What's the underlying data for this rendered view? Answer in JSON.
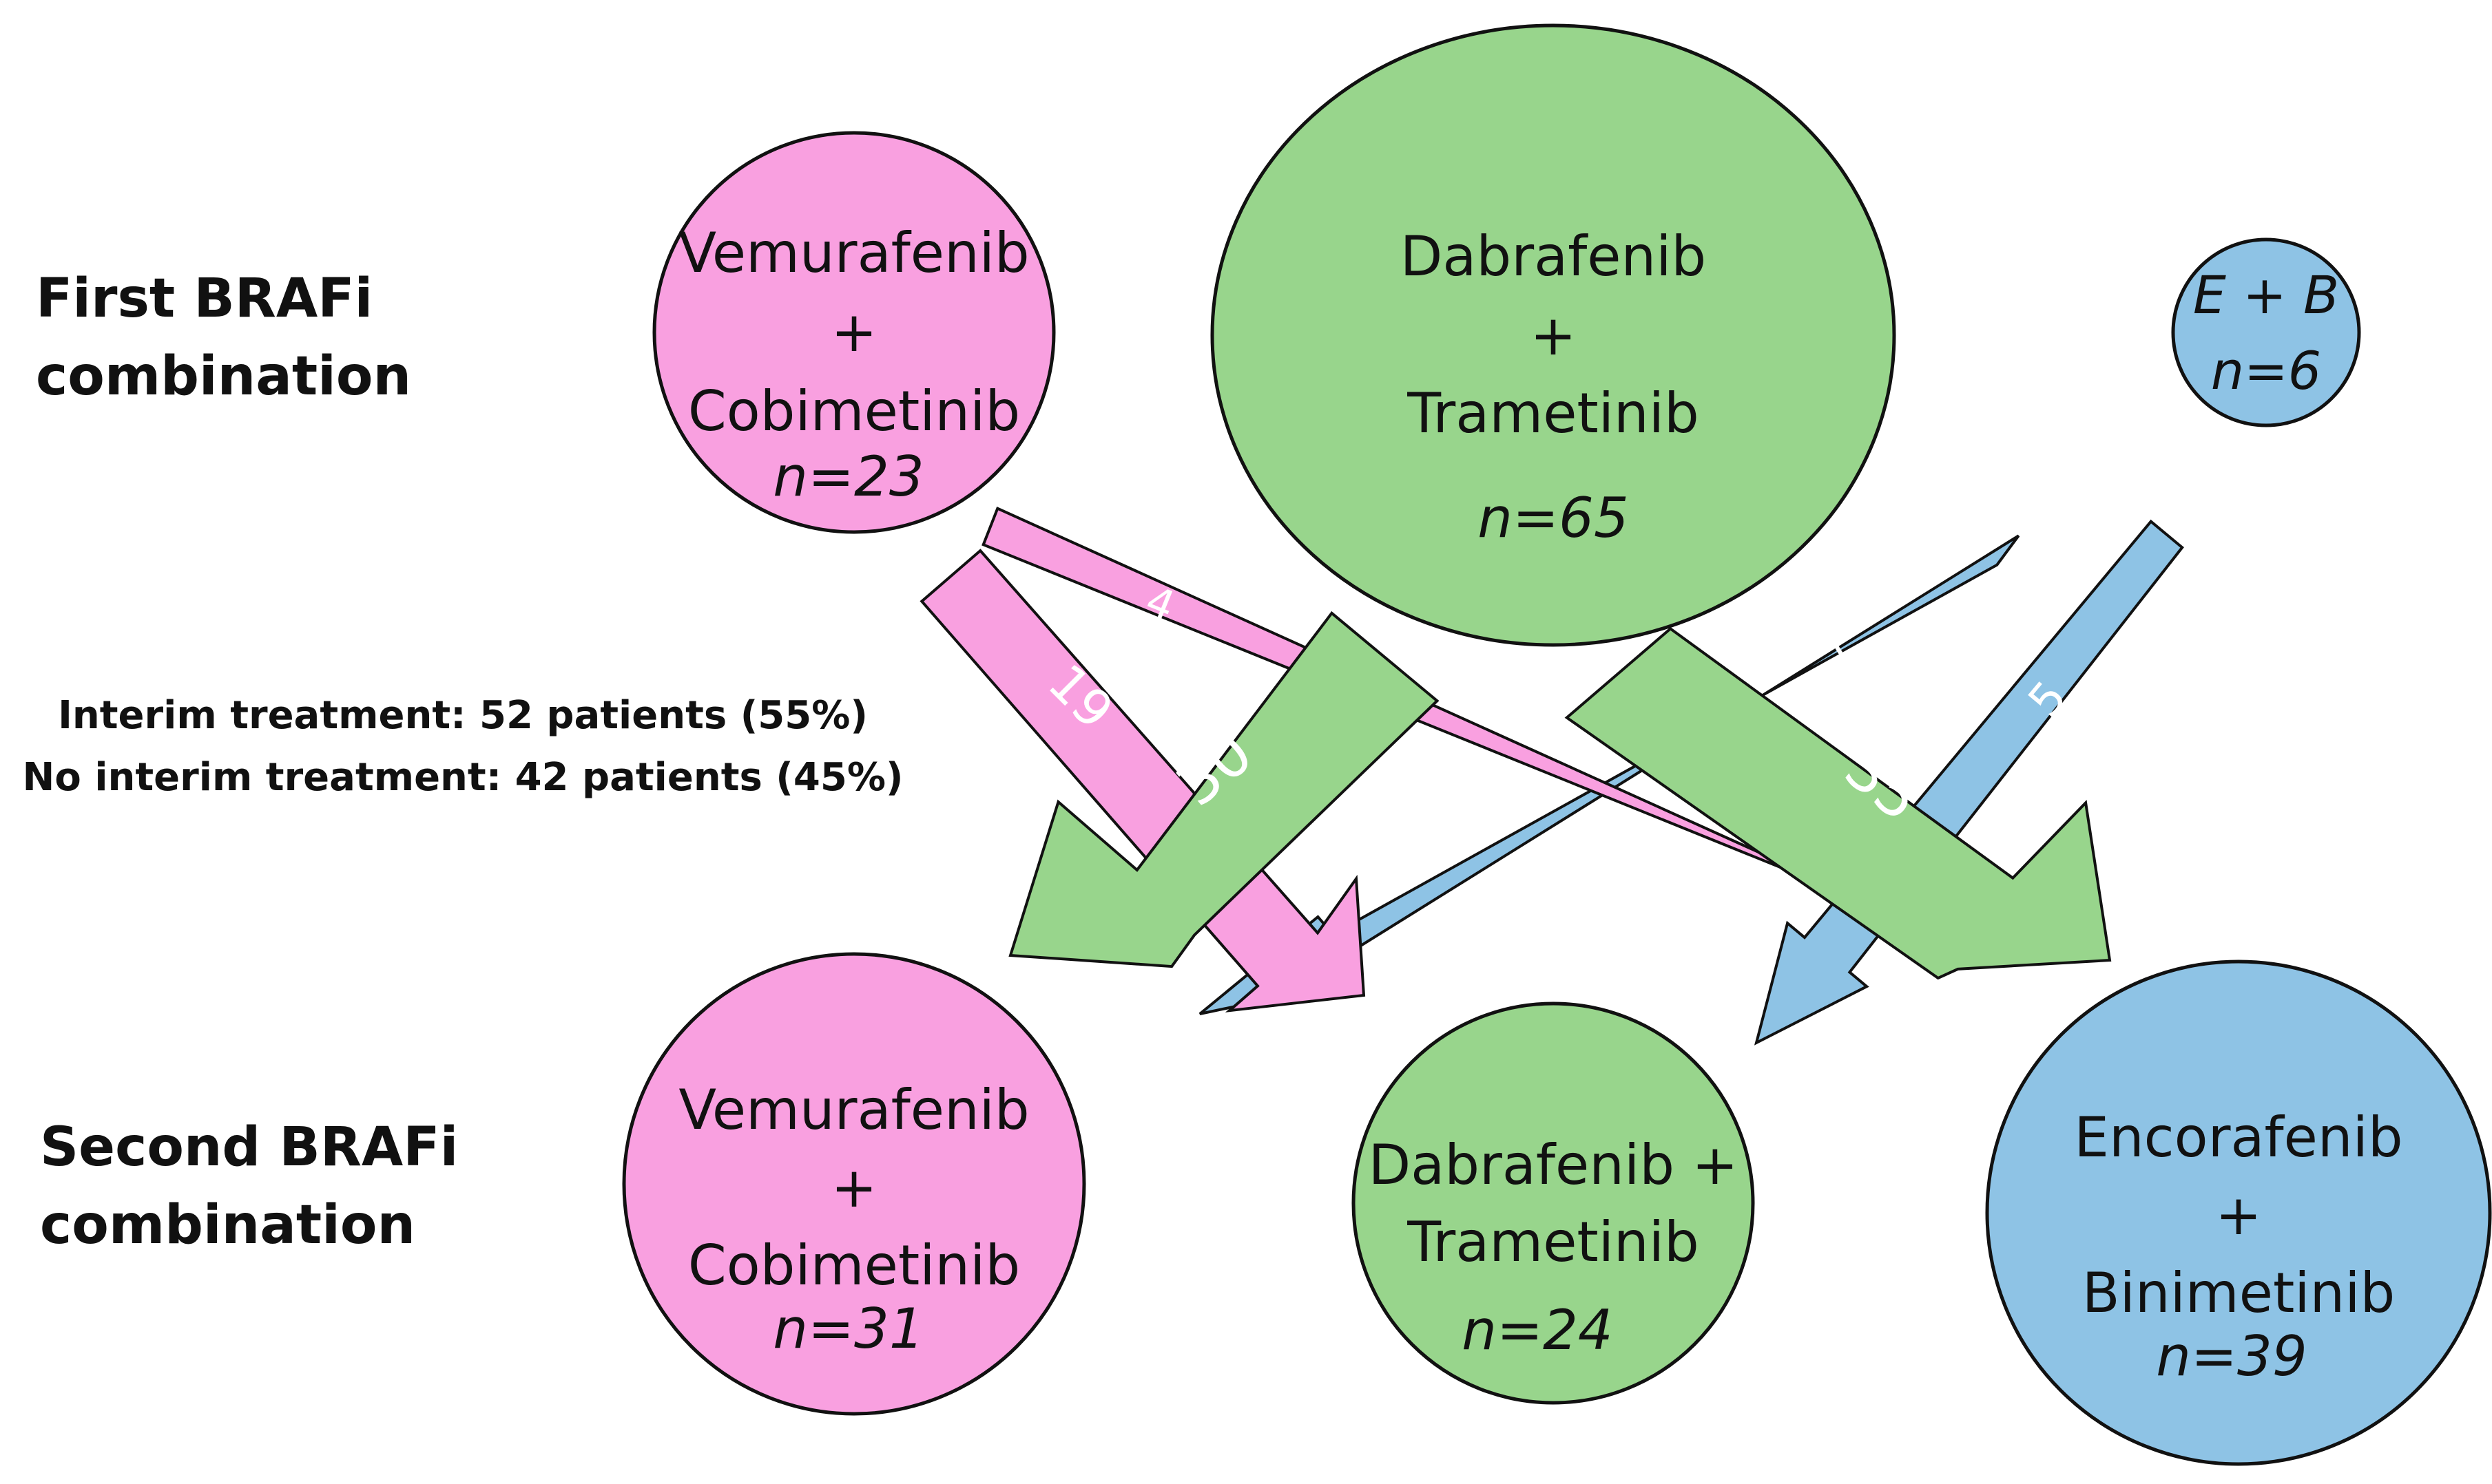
{
  "colors": {
    "vemurafenib": "#F9A0E0",
    "dabrafenib": "#98D58C",
    "encorafenib": "#8EC3E5",
    "outline": "#111111",
    "arrow_text": "#ffffff"
  },
  "row_labels": {
    "first": [
      "First BRAFi",
      "combination"
    ],
    "second": [
      "Second BRAFi",
      "combination"
    ]
  },
  "interim": {
    "line1": "Interim treatment: 52 patients (55%)",
    "line2": "No interim treatment: 42 patients (45%)"
  },
  "first_nodes": [
    {
      "id": "first-vemurafenib",
      "lines": [
        "Vemurafenib",
        "+",
        "Cobimetinib"
      ],
      "n": "n=23",
      "color_key": "vemurafenib"
    },
    {
      "id": "first-dabrafenib",
      "lines": [
        "Dabrafenib",
        "+",
        "Trametinib"
      ],
      "n": "n=65",
      "color_key": "dabrafenib"
    },
    {
      "id": "first-encorafenib",
      "lines": [
        "E + B"
      ],
      "n": "n=6",
      "color_key": "encorafenib"
    }
  ],
  "second_nodes": [
    {
      "id": "second-vemurafenib",
      "lines": [
        "Vemurafenib",
        "+",
        "Cobimetinib"
      ],
      "n": "n=31",
      "color_key": "vemurafenib"
    },
    {
      "id": "second-dabrafenib",
      "lines": [
        "Dabrafenib +",
        "Trametinib"
      ],
      "n": "n=24",
      "color_key": "dabrafenib"
    },
    {
      "id": "second-encorafenib",
      "lines": [
        "Encorafenib",
        "+",
        "Binimetinib"
      ],
      "n": "n=39",
      "color_key": "encorafenib"
    }
  ],
  "flows": [
    {
      "id": "vem-to-vem",
      "from": "Vemurafenib + Cobimetinib",
      "to": "Vemurafenib + Cobimetinib",
      "count": "19",
      "color_key": "vemurafenib"
    },
    {
      "id": "vem-to-enc",
      "from": "Vemurafenib + Cobimetinib",
      "to": "Encorafenib + Binimetinib",
      "count": "4",
      "color_key": "vemurafenib"
    },
    {
      "id": "dab-to-vem",
      "from": "Dabrafenib + Trametinib",
      "to": "Vemurafenib + Cobimetinib",
      "count": "30",
      "color_key": "dabrafenib"
    },
    {
      "id": "dab-to-enc",
      "from": "Dabrafenib + Trametinib",
      "to": "Encorafenib + Binimetinib",
      "count": "35",
      "color_key": "dabrafenib"
    },
    {
      "id": "eb-to-vem",
      "from": "E + B",
      "to": "Vemurafenib + Cobimetinib",
      "count": "1",
      "color_key": "encorafenib"
    },
    {
      "id": "eb-to-dab",
      "from": "E + B",
      "to": "Dabrafenib + Trametinib",
      "count": "5",
      "color_key": "encorafenib"
    }
  ]
}
